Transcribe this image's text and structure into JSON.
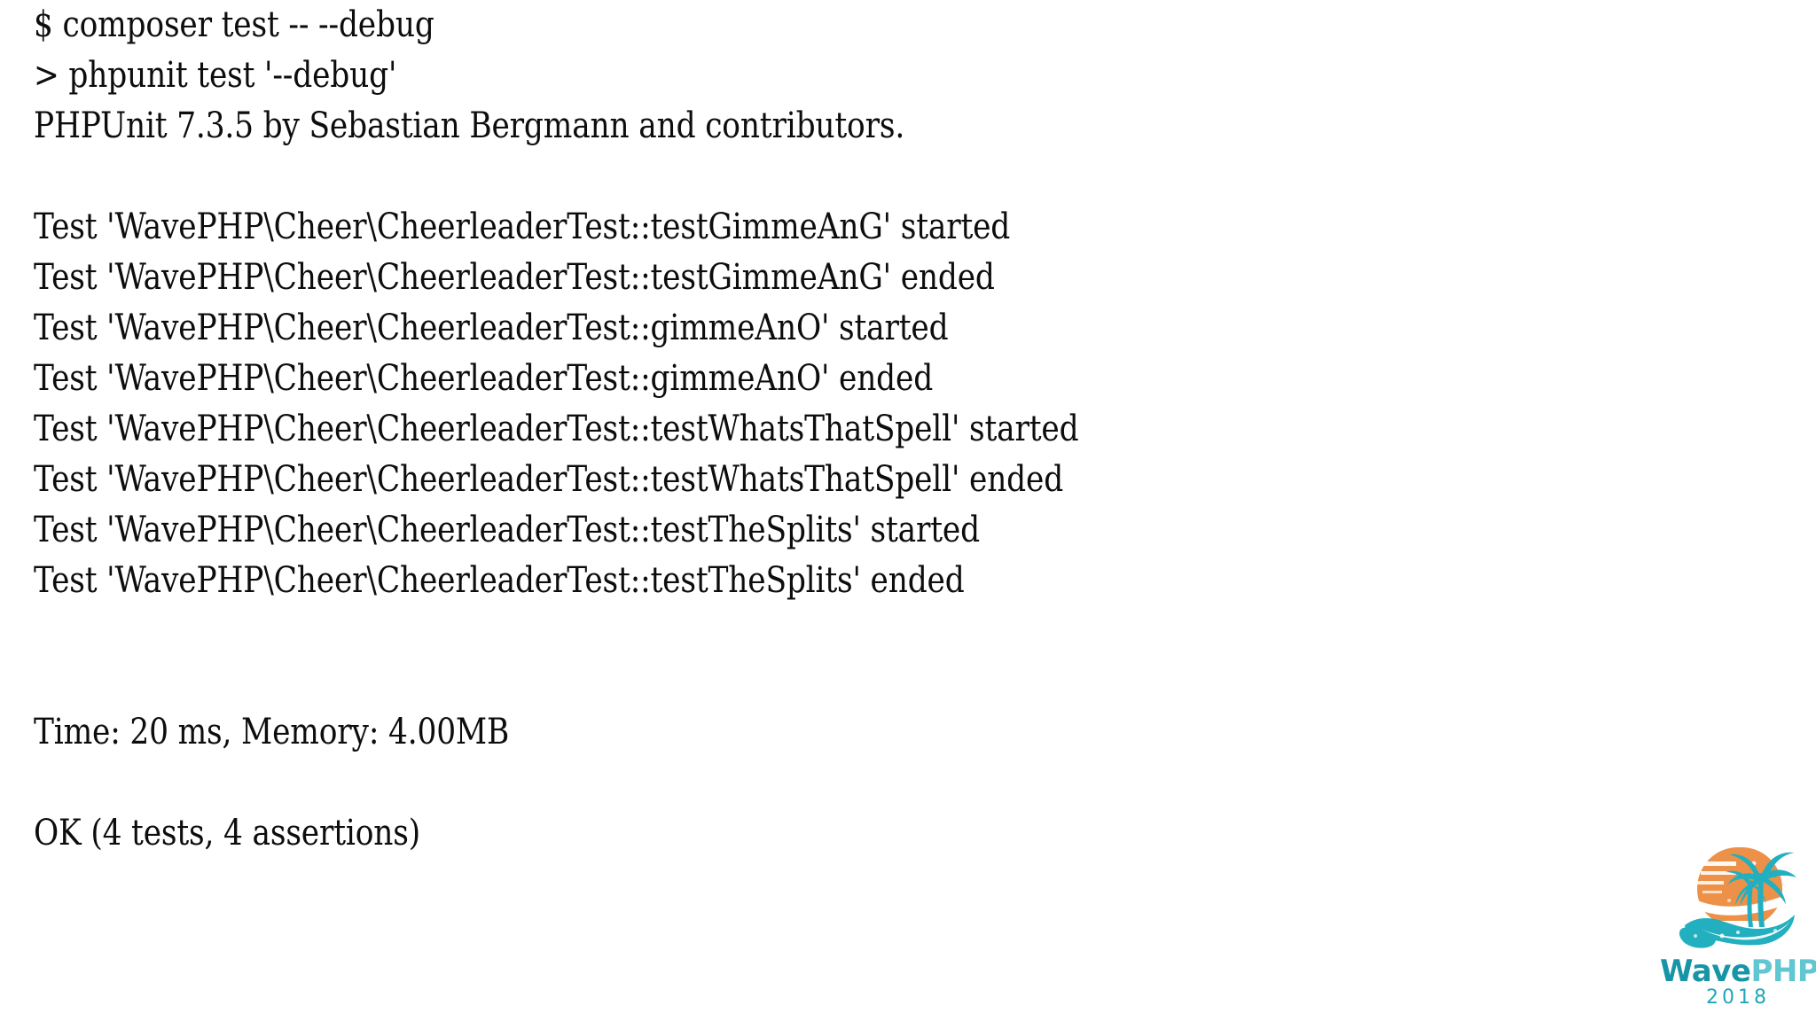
{
  "theme": {
    "background": "#ffffff",
    "text_color": "#0d0d0d",
    "logo_orange": "#ed9149",
    "logo_teal": "#22afbf",
    "logo_teal_dark": "#1795a6",
    "logo_teal_light": "#5fc6d2"
  },
  "console": {
    "lines": [
      {
        "id": "cmd-composer",
        "text": "$ composer test -- --debug"
      },
      {
        "id": "cmd-phpunit",
        "text": "> phpunit test '--debug'"
      },
      {
        "id": "phpunit-version",
        "text": "PHPUnit 7.3.5 by Sebastian Bergmann and contributors."
      },
      {
        "id": "blank-1",
        "text": ""
      },
      {
        "id": "test-1-started",
        "text": "Test 'WavePHP\\Cheer\\CheerleaderTest::testGimmeAnG' started"
      },
      {
        "id": "test-1-ended",
        "text": "Test 'WavePHP\\Cheer\\CheerleaderTest::testGimmeAnG' ended"
      },
      {
        "id": "test-2-started",
        "text": "Test 'WavePHP\\Cheer\\CheerleaderTest::gimmeAnO' started"
      },
      {
        "id": "test-2-ended",
        "text": "Test 'WavePHP\\Cheer\\CheerleaderTest::gimmeAnO' ended"
      },
      {
        "id": "test-3-started",
        "text": "Test 'WavePHP\\Cheer\\CheerleaderTest::testWhatsThatSpell' started"
      },
      {
        "id": "test-3-ended",
        "text": "Test 'WavePHP\\Cheer\\CheerleaderTest::testWhatsThatSpell' ended"
      },
      {
        "id": "test-4-started",
        "text": "Test 'WavePHP\\Cheer\\CheerleaderTest::testTheSplits' started"
      },
      {
        "id": "test-4-ended",
        "text": "Test 'WavePHP\\Cheer\\CheerleaderTest::testTheSplits' ended"
      },
      {
        "id": "blank-2",
        "text": ""
      },
      {
        "id": "blank-3",
        "text": ""
      },
      {
        "id": "summary-time",
        "text": "Time: 20 ms, Memory: 4.00MB"
      },
      {
        "id": "blank-4",
        "text": ""
      },
      {
        "id": "summary-result",
        "text": "OK (4 tests, 4 assertions)"
      }
    ]
  },
  "logo": {
    "wordmark_wave": "Wave",
    "wordmark_php": "PHP",
    "year": "2018"
  }
}
